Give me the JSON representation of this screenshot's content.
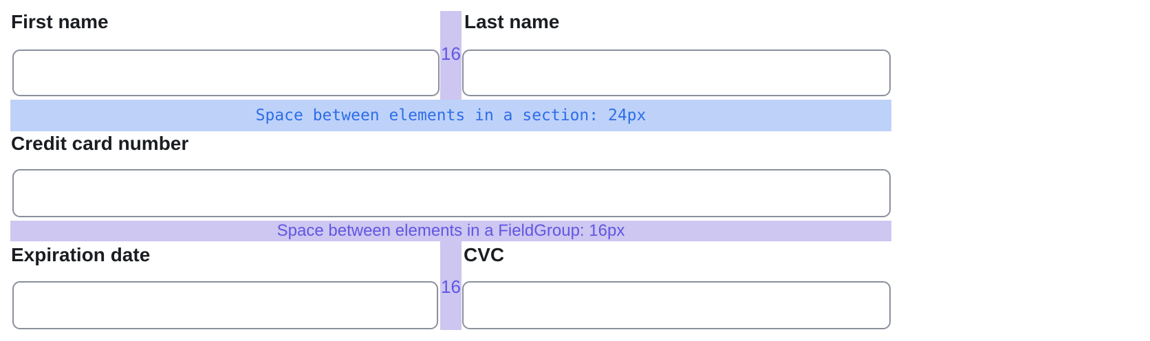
{
  "annotations": {
    "row1_gap_label": "16",
    "row3_gap_label": "16",
    "section_banner_text": "Space between elements in a section: 24px",
    "fieldgroup_banner_text": "Space between elements in a FieldGroup: 16px"
  },
  "fields": {
    "first_name": {
      "label": "First name",
      "value": "",
      "placeholder": ""
    },
    "last_name": {
      "label": "Last name",
      "value": "",
      "placeholder": ""
    },
    "card_number": {
      "label": "Credit card number",
      "value": "",
      "placeholder": ""
    },
    "expiration": {
      "label": "Expiration date",
      "value": "",
      "placeholder": ""
    },
    "cvc": {
      "label": "CVC",
      "value": "",
      "placeholder": ""
    }
  },
  "colors": {
    "background": "#ffffff",
    "label_text": "#1a1d21",
    "input_border": "#8a8f9c",
    "gap_strip_fill": "#ccc6f1",
    "gap_number_text": "#6156e2",
    "section_banner_fill": "#bed2f9",
    "section_banner_text": "#2f6de8",
    "fieldgroup_banner_fill": "#cdc7f1",
    "fieldgroup_banner_text": "#6156e2"
  }
}
